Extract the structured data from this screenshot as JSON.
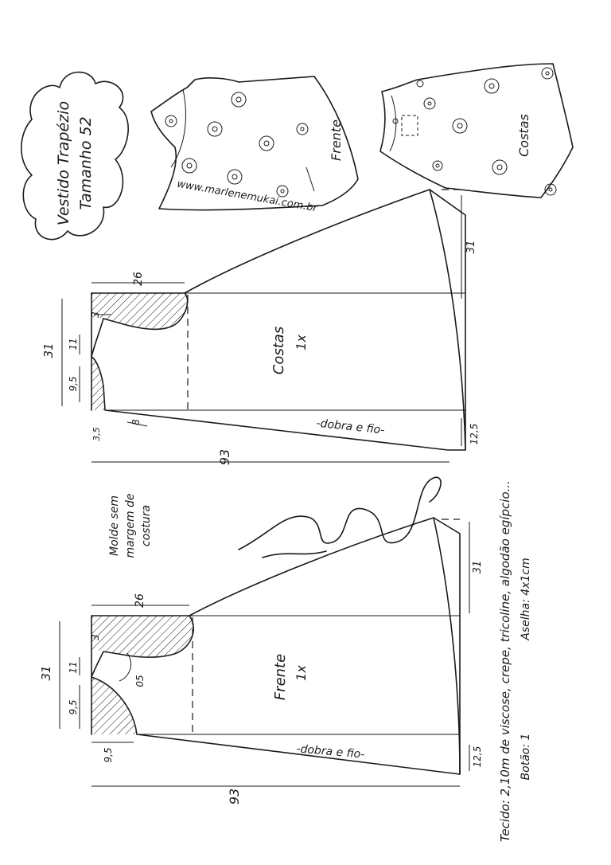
{
  "title": {
    "line1": "Vestido Trapézio",
    "line2": "Tamanho 52"
  },
  "website": "www.marlenemukai.com.br",
  "sketch_labels": {
    "front": "Frente",
    "back": "Costas"
  },
  "note": {
    "line1": "Molde sem",
    "line2": "margem de",
    "line3": "costura"
  },
  "back_piece": {
    "name": "Costas",
    "quantity": "1x",
    "fold_label": "-dobra e fio-",
    "measurements": {
      "shoulder_width": "31",
      "shoulder_drop": "3",
      "neck": "11",
      "neck_depth": "9,5",
      "armhole_depth": "26",
      "hem_width": "31",
      "length": "93",
      "small_a": "3,5",
      "small_b": "8",
      "hem_rise": "12,5"
    }
  },
  "front_piece": {
    "name": "Frente",
    "quantity": "1x",
    "fold_label": "-dobra e fio-",
    "measurements": {
      "shoulder_width": "31",
      "shoulder_drop": "3",
      "neck": "11",
      "neck_depth": "9,5",
      "neck_width": "9,5",
      "dart": "05",
      "armhole_depth": "26",
      "hem_width": "31",
      "length": "93",
      "hem_rise": "12,5"
    }
  },
  "materials": {
    "fabric": "Tecido: 2,10m de viscose, crepe, tricoline, algodão egípcio...",
    "buttons": "Botão: 1",
    "loop": "Aselha: 4x1cm"
  }
}
